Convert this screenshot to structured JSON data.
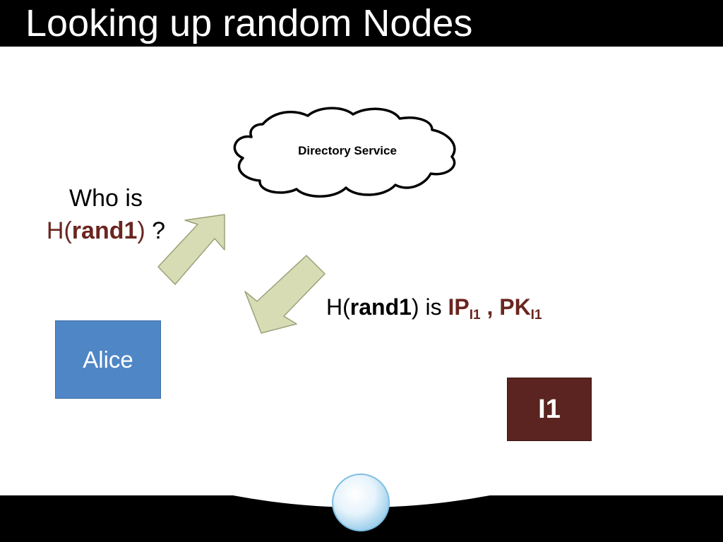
{
  "title": "Looking up random Nodes",
  "directory": {
    "label": "Directory Service"
  },
  "query": {
    "line1": "Who is",
    "prefix": "H(",
    "value": "rand1",
    "suffix": ")",
    "question_mark": " ?"
  },
  "response": {
    "prefix": "H(",
    "value": "rand1",
    "middle": ") is ",
    "ip": "IP",
    "ip_sub": "I1",
    "separator": " , ",
    "pk": "PK",
    "pk_sub": "I1"
  },
  "alice": {
    "label": "Alice"
  },
  "node": {
    "label": "I1"
  },
  "colors": {
    "title_bar": "#000000",
    "alice_box": "#4f86c6",
    "node_box": "#5b2420",
    "highlight_text": "#6b2520",
    "arrow_fill": "#d7dcb4",
    "arrow_stroke": "#9aa178"
  }
}
